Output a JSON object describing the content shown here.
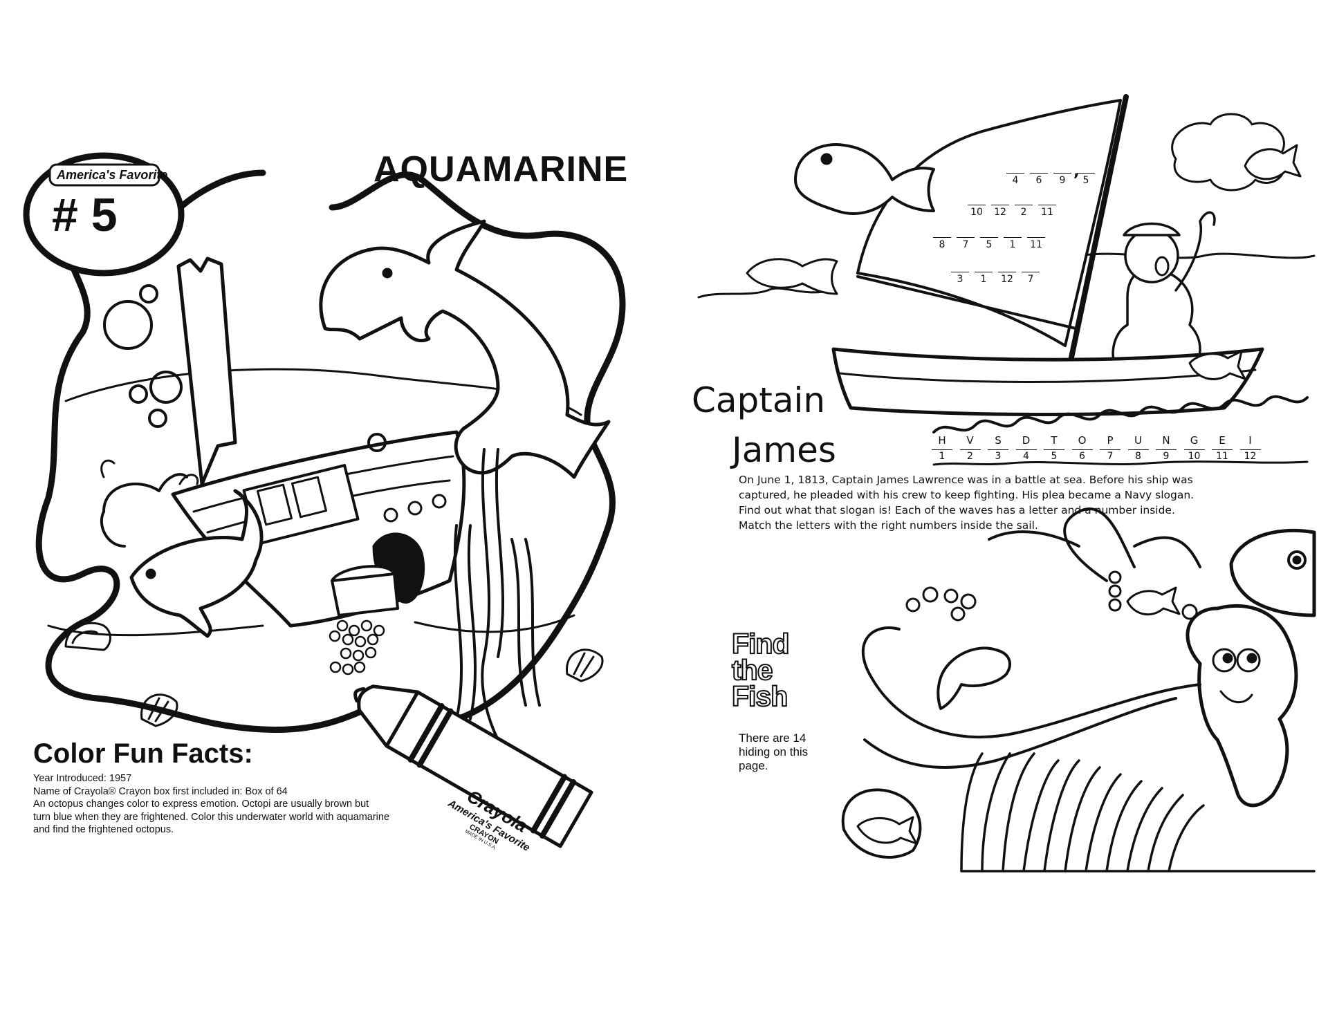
{
  "left_page": {
    "badge": {
      "tagline": "America's Favorite",
      "number": "# 5"
    },
    "title": "AQUAMARINE",
    "facts_heading": "Color Fun Facts:",
    "facts": [
      "Year Introduced: 1957",
      "Name of Crayola® Crayon box first included in: Box of 64",
      "An octopus changes color to express emotion. Octopi are usually brown but",
      "turn blue when they are frightened. Color this underwater world with aquamarine",
      "and find the frightened octopus."
    ],
    "crayon": {
      "brand": "Crayola",
      "tagline": "America's Favorite",
      "type": "CRAYON",
      "made_in": "MADE IN U.S.A."
    }
  },
  "right_page": {
    "title_line1": "Captain",
    "title_line2": "James",
    "story": [
      "On June 1, 1813, Captain James Lawrence was in a battle at sea. Before his ship was",
      "captured, he pleaded with his crew to keep fighting.  His plea became a Navy slogan.",
      "Find out what that slogan is!  Each of the waves has a letter and a number inside.",
      " Match the letters with the right numbers inside the sail."
    ],
    "wave_key": [
      {
        "letter": "H",
        "number": "1"
      },
      {
        "letter": "V",
        "number": "2"
      },
      {
        "letter": "S",
        "number": "3"
      },
      {
        "letter": "D",
        "number": "4"
      },
      {
        "letter": "T",
        "number": "5"
      },
      {
        "letter": "O",
        "number": "6"
      },
      {
        "letter": "P",
        "number": "7"
      },
      {
        "letter": "U",
        "number": "8"
      },
      {
        "letter": "N",
        "number": "9"
      },
      {
        "letter": "G",
        "number": "10"
      },
      {
        "letter": "E",
        "number": "11"
      },
      {
        "letter": "I",
        "number": "12"
      }
    ],
    "sail_puzzle": [
      [
        "4",
        "6",
        "9",
        "5"
      ],
      [
        "10",
        "12",
        "2",
        "11"
      ],
      [
        "8",
        "7",
        "5",
        "1",
        "11"
      ],
      [
        "3",
        "1",
        "12",
        "7"
      ]
    ],
    "sail_apostrophe": ",",
    "find_fish_title": [
      "Find",
      "the",
      "Fish"
    ],
    "find_fish_note": "There are 14 hiding on this page."
  }
}
